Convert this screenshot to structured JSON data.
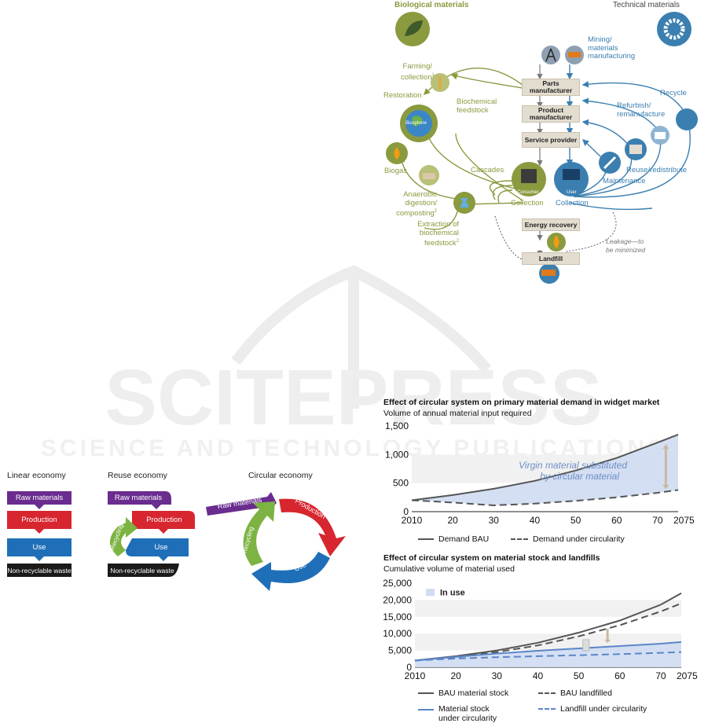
{
  "watermark": {
    "title": "SCITEPRESS",
    "subtitle": "SCIENCE AND TECHNOLOGY PUBLICATIONS"
  },
  "diagram": {
    "biological_title": "Biological materials",
    "technical_title": "Technical materials",
    "farming": [
      "Farming/",
      "collection"
    ],
    "farming_sup": "1",
    "restoration": "Restoration",
    "biosphere": "Biosphere",
    "biochemical_feedstock": [
      "Biochemical",
      "feedstock"
    ],
    "biogas": "Biogas",
    "anaerobic": [
      "Anaerobic",
      "digestion/",
      "composting"
    ],
    "anaerobic_sup": "2",
    "cascades": "Cascades",
    "consumer": "Consumer",
    "user": "User",
    "collection_bio": "Collection",
    "collection_tech": "Collection",
    "extraction": [
      "Extraction of",
      "biochemical feedstock"
    ],
    "extraction_sup": "2",
    "mining": [
      "Mining/",
      "materials",
      "manufacturing"
    ],
    "parts_manufacturer": [
      "Parts",
      "manufacturer"
    ],
    "product_manufacturer": [
      "Product",
      "manufacturer"
    ],
    "service_provider": "Service provider",
    "energy_recovery": "Energy recovery",
    "landfill": "Landfill",
    "recycle": "Recycle",
    "refurbish": [
      "Refurbish/",
      "remanufacture"
    ],
    "reuse": "Reuse/redistribute",
    "maintenance": "Maintenance",
    "leakage": [
      "Leakage—to",
      "be minimized"
    ],
    "colors": {
      "bio": "#8a9a3f",
      "tech": "#3b7fb0",
      "box": "#e3ddd0"
    }
  },
  "economies": {
    "linear": {
      "title": "Linear economy",
      "steps": [
        "Raw materials",
        "Production",
        "Use",
        "Non-recyclable waste"
      ]
    },
    "reuse": {
      "title": "Reuse economy",
      "steps": [
        "Raw materials",
        "Production",
        "Use",
        "Non-recyclable waste"
      ],
      "loop": "Recycling"
    },
    "circular": {
      "title": "Circular economy",
      "steps": [
        "Raw materials",
        "Production",
        "Use",
        "Recycling"
      ]
    },
    "colors": {
      "raw": "#6a2c8e",
      "production": "#d7262f",
      "use": "#1f6fb8",
      "waste": "#1a1a1a",
      "recycling": "#7cb342"
    }
  },
  "chart_data": [
    {
      "type": "area",
      "title": "Effect of circular system on primary material demand in widget market",
      "subtitle": "Volume of annual material input required",
      "x": [
        2010,
        2020,
        2030,
        2040,
        2050,
        2060,
        2075
      ],
      "xticks": [
        "2010",
        "20",
        "30",
        "40",
        "50",
        "60",
        "70",
        "2075"
      ],
      "xtick_values": [
        2010,
        2020,
        2030,
        2040,
        2050,
        2060,
        2070,
        2075
      ],
      "yticks": [
        "0",
        "500",
        "1,000",
        "1,500"
      ],
      "ytick_values": [
        0,
        500,
        1000,
        1500
      ],
      "xlim": [
        2010,
        2075
      ],
      "ylim": [
        0,
        1500
      ],
      "series": [
        {
          "name": "Demand BAU",
          "style": "solid",
          "x": [
            2010,
            2020,
            2030,
            2040,
            2050,
            2060,
            2070,
            2075
          ],
          "values": [
            200,
            290,
            400,
            540,
            720,
            940,
            1210,
            1350
          ]
        },
        {
          "name": "Demand under circularity",
          "style": "dashed",
          "x": [
            2010,
            2020,
            2030,
            2040,
            2050,
            2060,
            2070,
            2075
          ],
          "values": [
            200,
            160,
            110,
            140,
            190,
            250,
            330,
            380
          ]
        }
      ],
      "annotation": "Virgin material substituted by circular material",
      "colors": {
        "line": "#555555",
        "fill": "#cfdcf2",
        "annotation": "#6c8fc7",
        "arrow": "#c9b8a0"
      }
    },
    {
      "type": "line",
      "title": "Effect of circular system on material stock and landfills",
      "subtitle": "Cumulative volume of material used",
      "x": [
        2010,
        2020,
        2030,
        2040,
        2050,
        2060,
        2075
      ],
      "xticks": [
        "2010",
        "20",
        "30",
        "40",
        "50",
        "60",
        "70",
        "2075"
      ],
      "xtick_values": [
        2010,
        2020,
        2030,
        2040,
        2050,
        2060,
        2070,
        2075
      ],
      "yticks": [
        "0",
        "5,000",
        "10,000",
        "15,000",
        "20,000",
        "25,000"
      ],
      "ytick_values": [
        0,
        5000,
        10000,
        15000,
        20000,
        25000
      ],
      "xlim": [
        2010,
        2075
      ],
      "ylim": [
        0,
        25000
      ],
      "series": [
        {
          "name": "BAU material stock",
          "style": "solid",
          "color": "#555555",
          "x": [
            2010,
            2020,
            2030,
            2040,
            2050,
            2060,
            2070,
            2075
          ],
          "values": [
            2000,
            3300,
            5000,
            7300,
            10300,
            13900,
            18600,
            22000
          ]
        },
        {
          "name": "BAU landfilled",
          "style": "dashed",
          "color": "#555555",
          "x": [
            2010,
            2020,
            2030,
            2040,
            2050,
            2060,
            2070,
            2075
          ],
          "values": [
            2000,
            3000,
            4500,
            6500,
            9200,
            12500,
            16600,
            19000
          ]
        },
        {
          "name": "Material stock\nunder circularity",
          "style": "solid",
          "color": "#5a86c9",
          "x": [
            2010,
            2020,
            2030,
            2040,
            2050,
            2060,
            2070,
            2075
          ],
          "values": [
            2000,
            3100,
            4100,
            4900,
            5600,
            6300,
            7000,
            7500
          ]
        },
        {
          "name": "Landfill under circularity",
          "style": "dashed",
          "color": "#5a86c9",
          "x": [
            2010,
            2020,
            2030,
            2040,
            2050,
            2060,
            2070,
            2075
          ],
          "values": [
            2000,
            2600,
            3000,
            3300,
            3600,
            3900,
            4300,
            4500
          ]
        }
      ],
      "legend_in_use": "In use",
      "colors": {
        "fill": "#cfdcf2"
      }
    }
  ]
}
